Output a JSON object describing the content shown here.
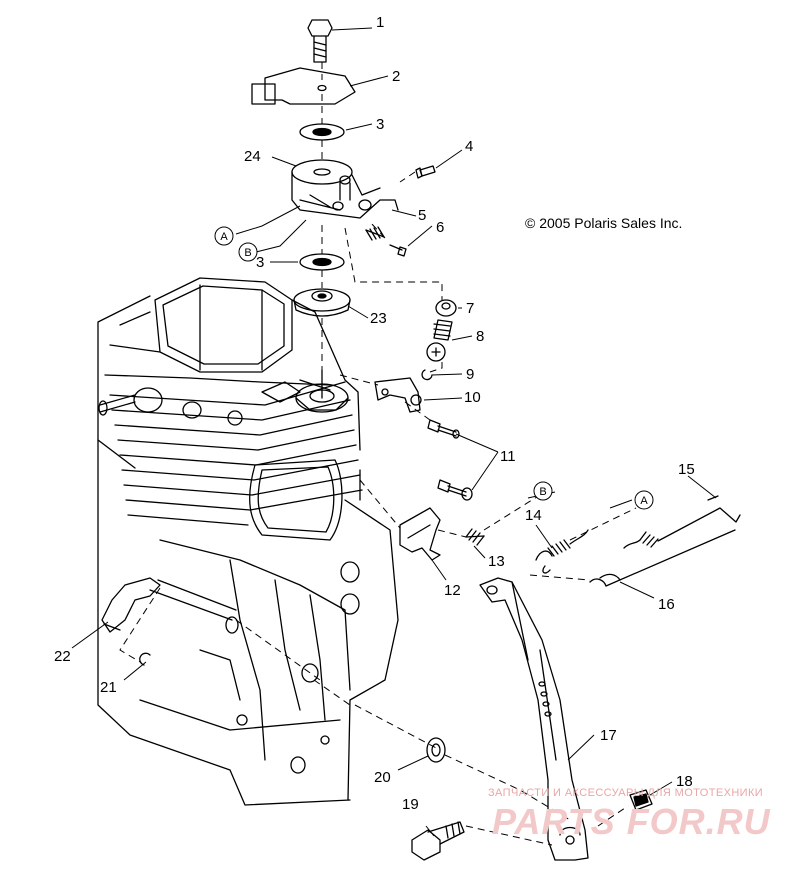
{
  "copyright": "© 2005 Polaris Sales Inc.",
  "watermark": {
    "tagline": "ЗАПЧАСТИ И АКСЕССУАРЫ ДЛЯ МОТОТЕХНИКИ",
    "brand": "PARTS FOR.RU",
    "color": "#f2c8c8"
  },
  "callouts": {
    "c1": "1",
    "c2": "2",
    "c3a": "3",
    "c3b": "3",
    "c4": "4",
    "c5": "5",
    "c6": "6",
    "c7": "7",
    "c8": "8",
    "c9": "9",
    "c10": "10",
    "c11": "11",
    "c12": "12",
    "c13": "13",
    "c14": "14",
    "c15": "15",
    "c16": "16",
    "c17": "17",
    "c18": "18",
    "c19": "19",
    "c20": "20",
    "c21": "21",
    "c22": "22",
    "c23": "23",
    "c24": "24"
  },
  "refs": {
    "a1": "A",
    "a2": "A",
    "b1": "B",
    "b2": "B"
  }
}
